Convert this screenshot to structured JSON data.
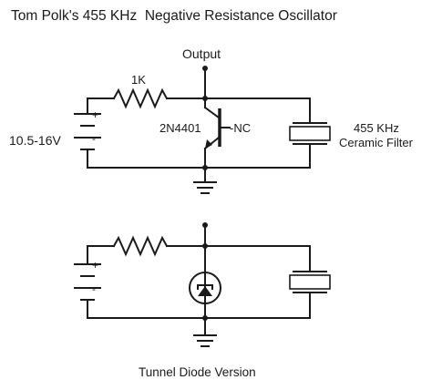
{
  "title": "Tom Polk's 455 KHz  Negative Resistance Oscillator",
  "circuit_top": {
    "output_label": "Output",
    "resistor_label": "1K",
    "battery_plus": "+",
    "battery_minus": "-",
    "supply_voltage": "10.5-16V",
    "transistor_label": "2N4401",
    "nc_label": "-NC",
    "filter_label_line1": "455 KHz",
    "filter_label_line2": "Ceramic Filter"
  },
  "circuit_bottom": {
    "battery_plus": "+",
    "battery_minus": "-",
    "caption": "Tunnel Diode Version"
  }
}
